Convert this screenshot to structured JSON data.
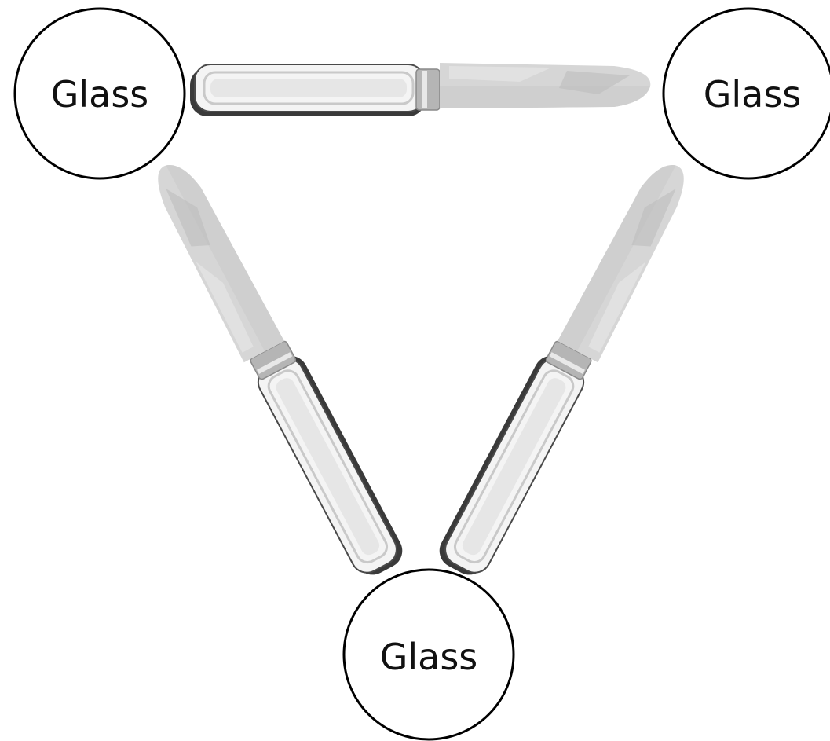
{
  "glasses": [
    {
      "label": "Glass"
    },
    {
      "label": "Glass"
    },
    {
      "label": "Glass"
    }
  ],
  "knives": [
    {
      "name": "knife-top"
    },
    {
      "name": "knife-left"
    },
    {
      "name": "knife-right"
    }
  ],
  "colors": {
    "background": "#ffffff",
    "circle_stroke": "#000000",
    "label_text": "#111111",
    "handle_fill": "#f4f4f4",
    "handle_outline": "#4a4a4a",
    "handle_inner": "#c9c9c9",
    "blade_fill": "#d6d6d6",
    "blade_shade": "#bdbdbd",
    "bolster": "#a8a8a8"
  }
}
